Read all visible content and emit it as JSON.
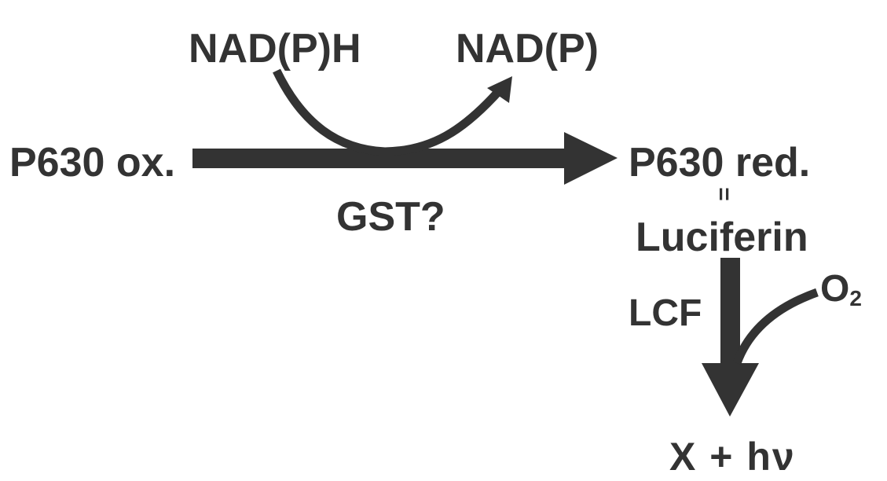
{
  "diagram": {
    "substrate": "P630 ox.",
    "cofactor_in": "NAD(P)H",
    "cofactor_out": "NAD(P)",
    "enzyme_1": "GST?",
    "product_1": "P630 red.",
    "equivalence": "=",
    "luciferin": "Luciferin",
    "enzyme_2": "LCF",
    "oxygen": "O",
    "oxygen_subscript": "2",
    "final_products": "X + hν"
  },
  "colors": {
    "ink": "#333333",
    "background": "#ffffff"
  }
}
